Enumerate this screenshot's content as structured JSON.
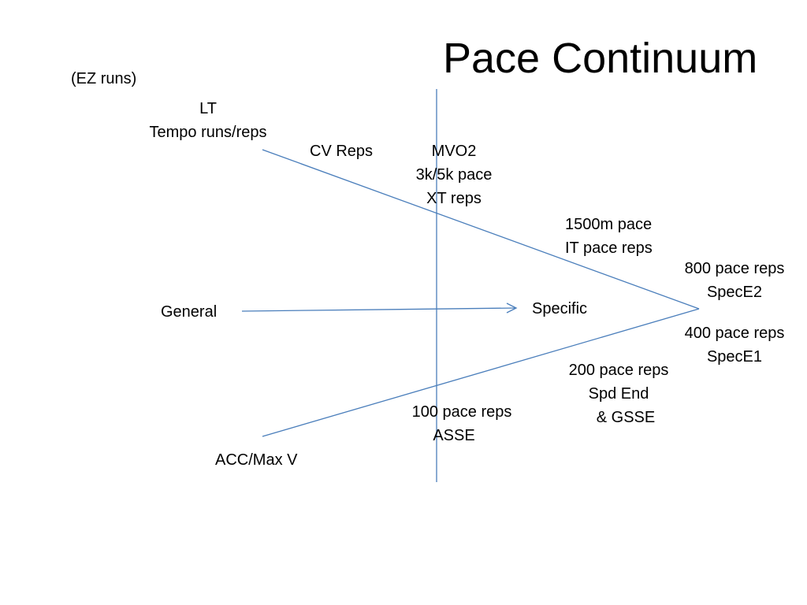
{
  "title": "Pace Continuum",
  "colors": {
    "line": "#4a7ebb",
    "text": "#000000",
    "background": "#ffffff"
  },
  "labels": {
    "ez_runs": "(EZ runs)",
    "lt": "LT",
    "tempo": "Tempo runs/reps",
    "cv_reps": "CV Reps",
    "mvo2": "MVO2",
    "pace_3k5k": "3k/5k pace",
    "xt_reps": "XT reps",
    "pace_1500m": "1500m pace",
    "it_pace_reps": "IT pace reps",
    "pace_800_reps": "800 pace reps",
    "spec_e2": "SpecE2",
    "general": "General",
    "specific": "Specific",
    "pace_400_reps": "400 pace reps",
    "spec_e1": "SpecE1",
    "pace_200_reps": "200 pace reps",
    "spd_end": "Spd End",
    "gsse": "& GSSE",
    "pace_100_reps": "100 pace reps",
    "asse": "ASSE",
    "acc_max_v": "ACC/Max V"
  }
}
